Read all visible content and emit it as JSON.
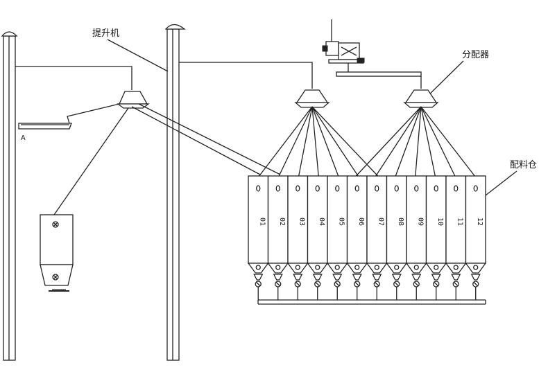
{
  "labels": {
    "elevator": "提升机",
    "distributor": "分配器",
    "batching_bins": "配料仓",
    "point_a": "A"
  },
  "bins": [
    "01",
    "02",
    "03",
    "04",
    "05",
    "06",
    "07",
    "08",
    "09",
    "10",
    "11",
    "12"
  ]
}
